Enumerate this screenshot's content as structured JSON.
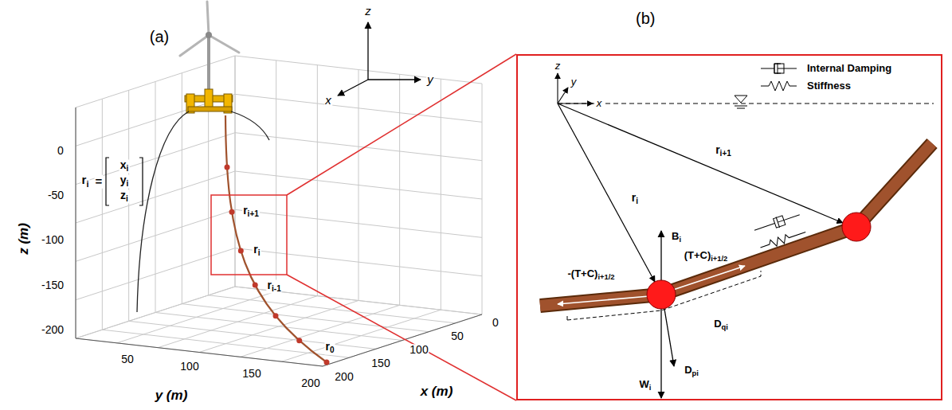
{
  "diagram": {
    "nodes": [
      {
        "text": [
          "(b)"
        ]
      }
    ],
    "labels": [
      "(a)",
      "z",
      "y",
      "x",
      "0",
      "-50",
      "-100",
      "-150",
      "-200",
      "z (m)",
      "50",
      "100",
      "150",
      "200",
      "y (m)",
      "0",
      "50",
      "100",
      "150",
      "200",
      "x (m)",
      "ri",
      "=",
      "xi",
      "yi",
      "zi",
      "ri+1",
      "ri",
      "ri-1",
      "r0",
      "z",
      "y",
      "x",
      "ri",
      "ri+1",
      "Bi",
      "(T+C)i+1/2",
      "-(T+C)i+1/2",
      "Dqi",
      "Dpi",
      "Wi"
    ],
    "legend": [
      {
        "text": "Internal Damping"
      },
      {
        "text": "Stiffness"
      }
    ]
  }
}
